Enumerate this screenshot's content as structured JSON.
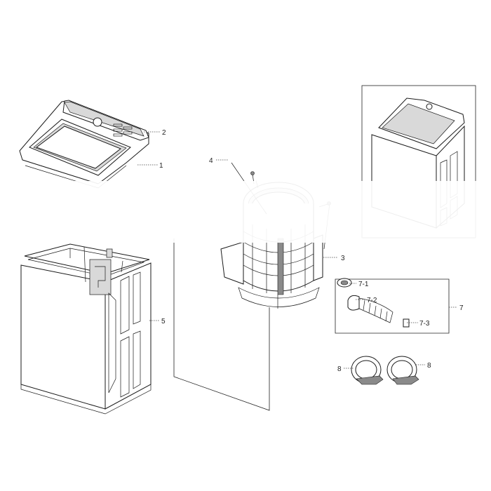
{
  "diagram": {
    "labels": {
      "l1": "1",
      "l2": "2",
      "l3": "3",
      "l4": "4",
      "l5": "5",
      "l7": "7",
      "l7_1": "7-1",
      "l7_2": "7-2",
      "l7_3": "7-3",
      "l8a": "8",
      "l8b": "8"
    }
  }
}
